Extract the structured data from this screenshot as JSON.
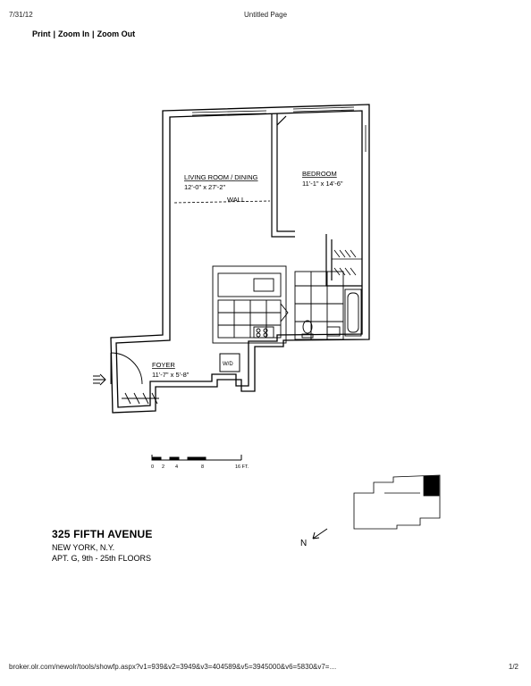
{
  "header": {
    "date": "7/31/12",
    "title": "Untitled Page"
  },
  "toolbar": {
    "print": "Print",
    "zoom_in": "Zoom In",
    "zoom_out": "Zoom Out",
    "separator": "|"
  },
  "plan": {
    "living_room_label": "LIVING ROOM / DINING",
    "living_room_dims": "12'-0\" x 27'-2\"",
    "wall_label": "WALL",
    "bedroom_label": "BEDROOM",
    "bedroom_dims": "11'-1\" x 14'-6\"",
    "foyer_label": "FOYER",
    "foyer_dims": "11'-7\" x 5'-8\"",
    "wd_label": "W/D"
  },
  "scale": {
    "ticks": [
      "0",
      "2",
      "4",
      "8",
      "16 FT."
    ]
  },
  "compass": {
    "north": "N"
  },
  "address": {
    "street": "325 FIFTH AVENUE",
    "city": "NEW YORK, N.Y.",
    "unit": "APT. G, 9th - 25th FLOORS"
  },
  "footer": {
    "url": "broker.olr.com/newolr/tools/showfp.aspx?v1=939&v2=3949&v3=404589&v5=3945000&v6=5830&v7=…",
    "page": "1/2"
  }
}
